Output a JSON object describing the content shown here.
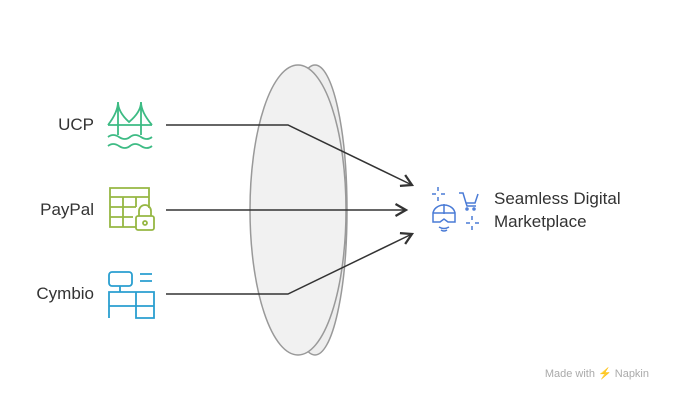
{
  "inputs": [
    {
      "label": "UCP",
      "icon": "bridge-icon",
      "color": "#3dbb84"
    },
    {
      "label": "PayPal",
      "icon": "table-lock-icon",
      "color": "#96b743"
    },
    {
      "label": "Cymbio",
      "icon": "desk-computer-icon",
      "color": "#2a9fd0"
    }
  ],
  "output": {
    "line1": "Seamless Digital",
    "line2": "Marketplace",
    "icon": "vr-shopping-cart-icon",
    "color": "#4a7bd6"
  },
  "watermark": "Made with ⚡ Napkin"
}
